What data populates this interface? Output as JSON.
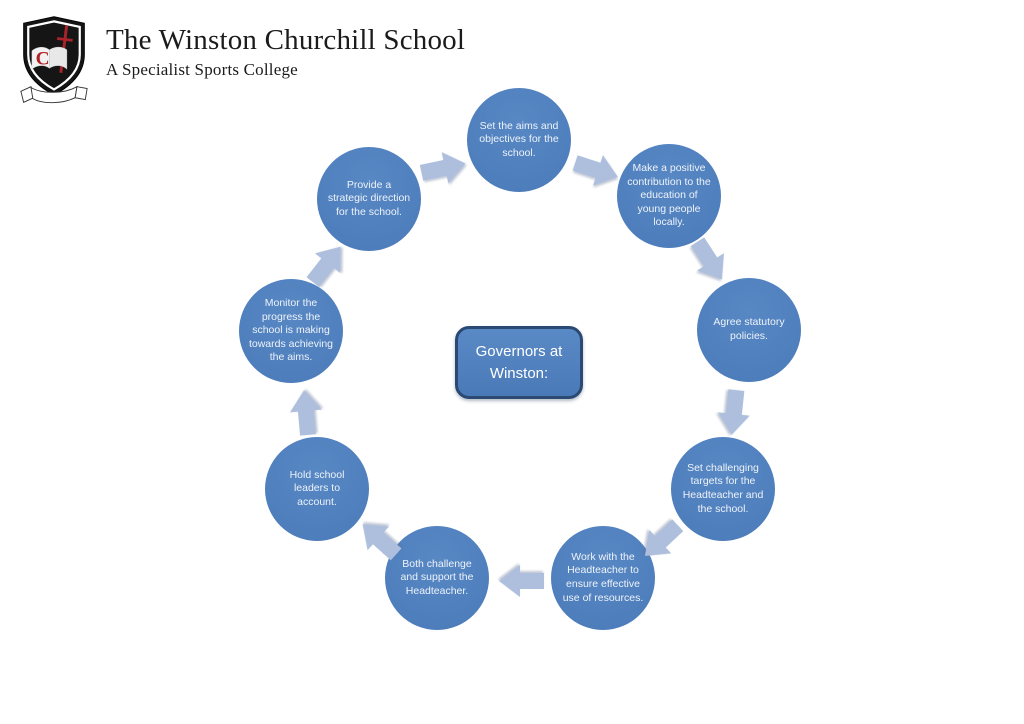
{
  "header": {
    "school_name": "The Winston Churchill School",
    "tagline": "A Specialist Sports College",
    "logo": "school-crest-shield-with-red-C-sword-and-ribbon"
  },
  "diagram": {
    "center": {
      "line1": "Governors at",
      "line2": "Winston:"
    },
    "flow": "clockwise",
    "steps": [
      {
        "label": "Set the aims and objectives for the school."
      },
      {
        "label": "Make a positive contribution to the education of young people locally."
      },
      {
        "label": "Agree statutory policies."
      },
      {
        "label": "Set challenging targets for the Headteacher and the school."
      },
      {
        "label": "Work with the Headteacher to ensure effective use of resources."
      },
      {
        "label": "Both challenge and support the Headteacher."
      },
      {
        "label": "Hold school leaders to account."
      },
      {
        "label": "Monitor the progress the school is making towards achieving the aims."
      },
      {
        "label": "Provide a strategic direction for the school."
      }
    ]
  },
  "colors": {
    "circle_fill": "#4d7ebd",
    "circle_text": "#eef3fa",
    "arrow_fill": "#aebfdd",
    "center_fill": "#4f81bd",
    "center_border": "#2b4a73",
    "header_text": "#1b1b1b",
    "crest_red": "#b32025",
    "crest_black": "#151515"
  }
}
